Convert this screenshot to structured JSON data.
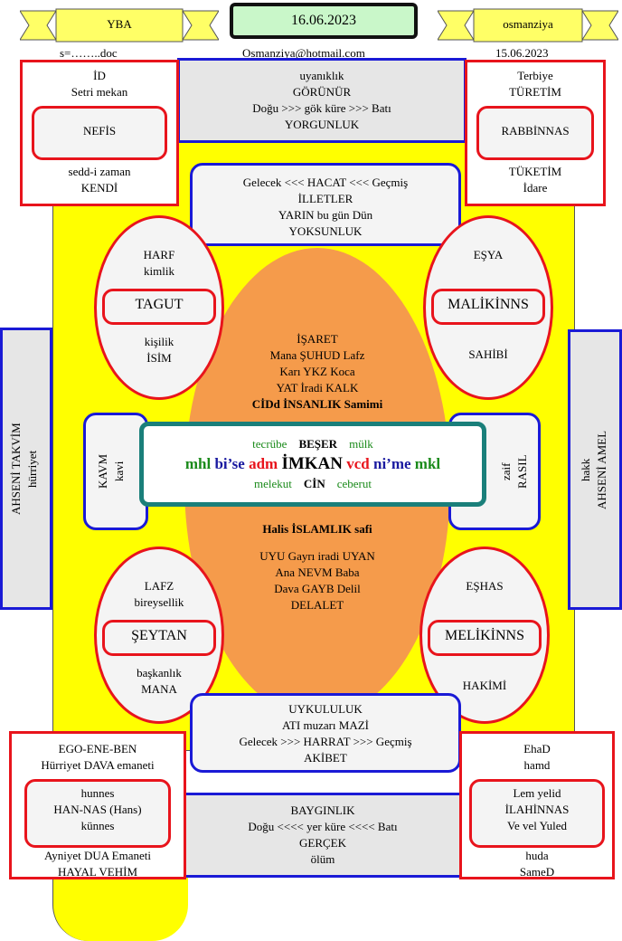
{
  "header": {
    "left_banner": "YBA",
    "date_box": "16.06.2023",
    "right_banner": "osmanziya",
    "file_line": "s=……..doc",
    "email": "Osmanziya@hotmail.com",
    "date_small": "15.06.2023"
  },
  "top_left": {
    "lines_top": [
      "İD",
      "Setri mekan"
    ],
    "inner": "NEFİS",
    "lines_bottom": [
      "sedd-i zaman",
      "KENDİ"
    ]
  },
  "top_right": {
    "lines_top": [
      "Terbiye",
      "TÜRETİM"
    ],
    "inner": "RABBİNNAS",
    "lines_bottom": [
      "TÜKETİM",
      "İdare"
    ]
  },
  "top_center": [
    "uyanıklık",
    "GÖRÜNÜR",
    "Doğu  >>> gök küre >>> Batı",
    "YORGUNLUK"
  ],
  "upper_blue": [
    "Gelecek <<< HACAT <<<  Geçmiş",
    "İLLETLER",
    "YARIN  bu gün  Dün",
    "YOKSUNLUK"
  ],
  "circle_tl": {
    "top": [
      "HARF",
      "kimlik"
    ],
    "inner": "TAGUT",
    "bottom": [
      "kişilik",
      "İSİM"
    ]
  },
  "circle_tr": {
    "top": [
      "EŞYA"
    ],
    "inner": "MALİKİNNS",
    "bottom": [
      "SAHİBİ"
    ]
  },
  "circle_bl": {
    "top": [
      "LAFZ",
      "bireysellik"
    ],
    "inner": "ŞEYTAN",
    "bottom": [
      "başkanlık",
      "MANA"
    ]
  },
  "circle_br": {
    "top": [
      "EŞHAS"
    ],
    "inner": "MELİKİNNS",
    "bottom": [
      "HAKİMİ"
    ]
  },
  "oval_top": [
    "İŞARET",
    "Mana ŞUHUD Lafz",
    "Karı YKZ Koca",
    "YAT İradi KALK"
  ],
  "oval_top_bold": "CİDd İNSANLIK Samimi",
  "oval_bottom_bold": "Halis İSLAMLIK safi",
  "oval_bottom": [
    "UYU Gayrı iradi UYAN",
    "Ana NEVM Baba",
    "Dava GAYB Delil",
    "DELALET"
  ],
  "center": {
    "row1": {
      "left": "tecrübe",
      "mid": "BEŞER",
      "right": "mülk"
    },
    "row2": {
      "a": "mhl",
      "b": "bi’se",
      "c": "adm",
      "d": "İMKAN",
      "e": "vcd",
      "f": "ni’me",
      "g": "mkl"
    },
    "row3": {
      "left": "melekut",
      "mid": "CİN",
      "right": "ceberut"
    }
  },
  "left_side_box": {
    "line1": "AHSENİ TAKVİM",
    "line2": "hürriyet"
  },
  "right_side_box": {
    "line1": "hakk",
    "line2": "AHSENİ AMEL"
  },
  "left_mid_box": {
    "line1": "KAVM",
    "line2": "kavi"
  },
  "right_mid_box": {
    "line1": "zaif",
    "line2": "RASIL"
  },
  "lower_blue": [
    "UYKULULUK",
    "ATI  muzarı  MAZİ",
    "Gelecek  >>>  HARRAT >>> Geçmiş",
    "AKİBET"
  ],
  "bottom_center": [
    "BAYGINLIK",
    "Doğu <<<<   yer küre   <<<< Batı",
    "GERÇEK",
    "ölüm"
  ],
  "bottom_left": {
    "lines_top": [
      "EGO-ENE-BEN",
      "Hürriyet DAVA emaneti"
    ],
    "inner": [
      "hunnes",
      "HAN-NAS (Hans)",
      "künnes"
    ],
    "lines_bottom": [
      "Ayniyet DUA Emaneti",
      "HAYAL VEHİM"
    ]
  },
  "bottom_right": {
    "lines_top": [
      "EhaD",
      "hamd"
    ],
    "inner": [
      "Lem yelid",
      "İLAHİNNAS",
      "Ve vel Yuled"
    ],
    "lines_bottom": [
      "huda",
      "SameD"
    ]
  },
  "colors": {
    "yellow": "#ffff00",
    "red": "#e8141c",
    "blue": "#1a1ad6",
    "teal": "#1a7f7a",
    "orange": "#f59b4b",
    "gray": "#e6e6e6",
    "green": "#1a8a1a",
    "darkblue": "#1a1aa0"
  }
}
